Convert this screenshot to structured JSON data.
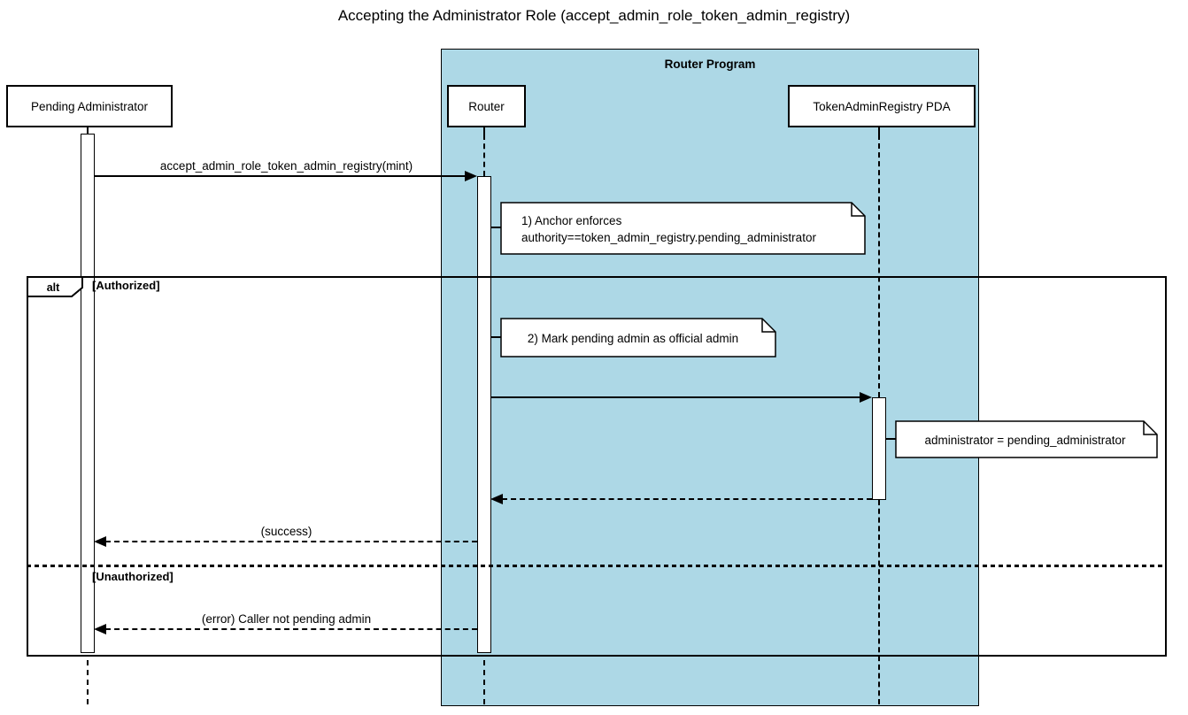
{
  "title": "Accepting the Administrator Role (accept_admin_role_token_admin_registry)",
  "router_program_box": {
    "label": "Router Program",
    "fill": "#ADD8E6"
  },
  "participants": {
    "pending_admin": "Pending Administrator",
    "router": "Router",
    "token_admin_registry_pda": "TokenAdminRegistry PDA"
  },
  "alt_frame": {
    "operator": "alt",
    "authorized_guard": "[Authorized]",
    "unauthorized_guard": "[Unauthorized]"
  },
  "messages": {
    "accept_call": "accept_admin_role_token_admin_registry(mint)",
    "success_return": "(success)",
    "error_return": "(error) Caller not pending admin"
  },
  "notes": {
    "anchor_enforces": {
      "line1": "1) Anchor enforces",
      "line2": "authority==token_admin_registry.pending_administrator"
    },
    "mark_admin": "2) Mark pending admin as official admin",
    "set_administrator": "administrator = pending_administrator"
  },
  "colors": {
    "program_box_fill": "#ADD8E6",
    "line": "#000000",
    "background": "#FFFFFF"
  }
}
